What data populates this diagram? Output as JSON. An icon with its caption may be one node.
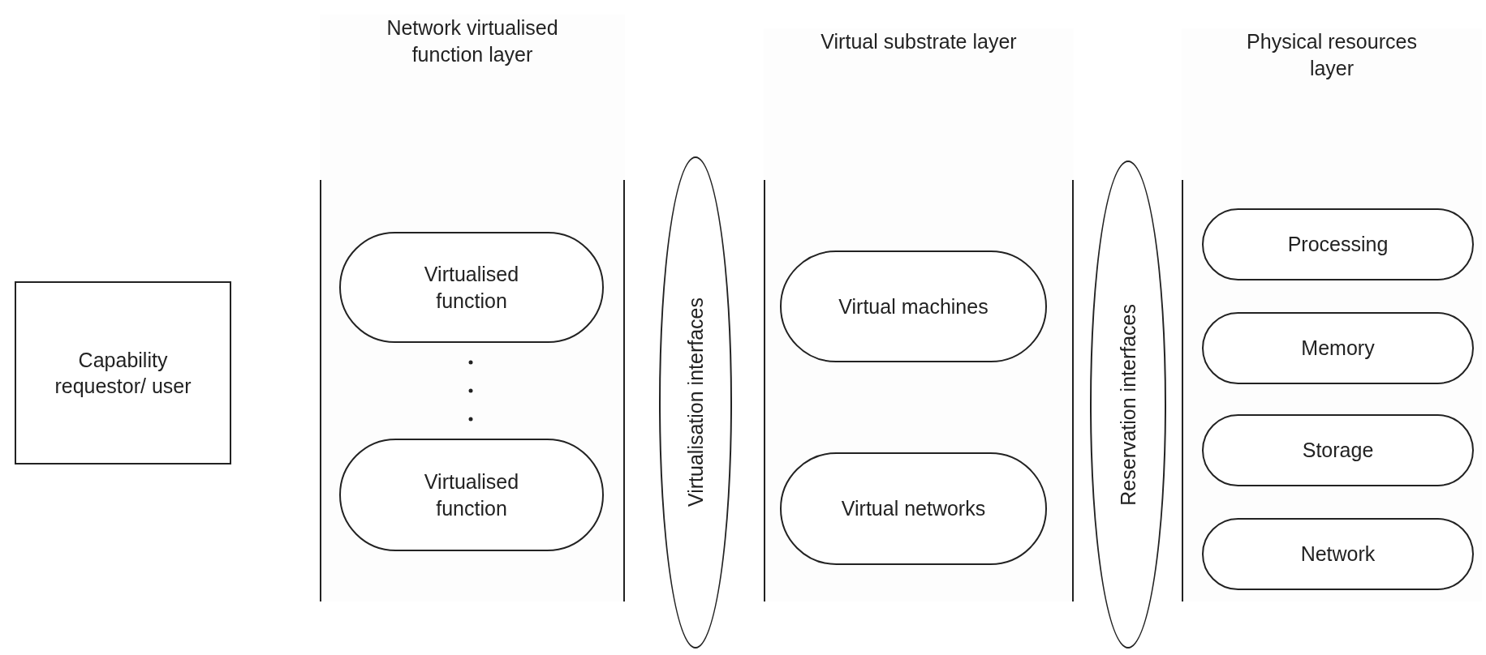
{
  "diagram": {
    "nodes": [
      {
        "text": [
          "Capability requestor/ user"
        ]
      },
      {
        "text": [
          "Network virtualised function layer"
        ]
      },
      {
        "text": [
          "Virtualised function"
        ],
        "in": 1
      },
      {
        "text": [
          "Virtualised function"
        ],
        "in": 1
      },
      {
        "text": [
          "Virtualisation interfaces"
        ]
      },
      {
        "text": [
          "Virtual substrate layer"
        ]
      },
      {
        "text": [
          "Virtual machines"
        ],
        "in": 5
      },
      {
        "text": [
          "Virtual networks"
        ],
        "in": 5
      },
      {
        "text": [
          "Reservation interfaces"
        ]
      },
      {
        "text": [
          "Physical resources layer"
        ]
      },
      {
        "text": [
          "Processing"
        ],
        "in": 9
      },
      {
        "text": [
          "Memory"
        ],
        "in": 9
      },
      {
        "text": [
          "Storage"
        ],
        "in": 9
      },
      {
        "text": [
          "Network"
        ],
        "in": 9
      }
    ]
  }
}
